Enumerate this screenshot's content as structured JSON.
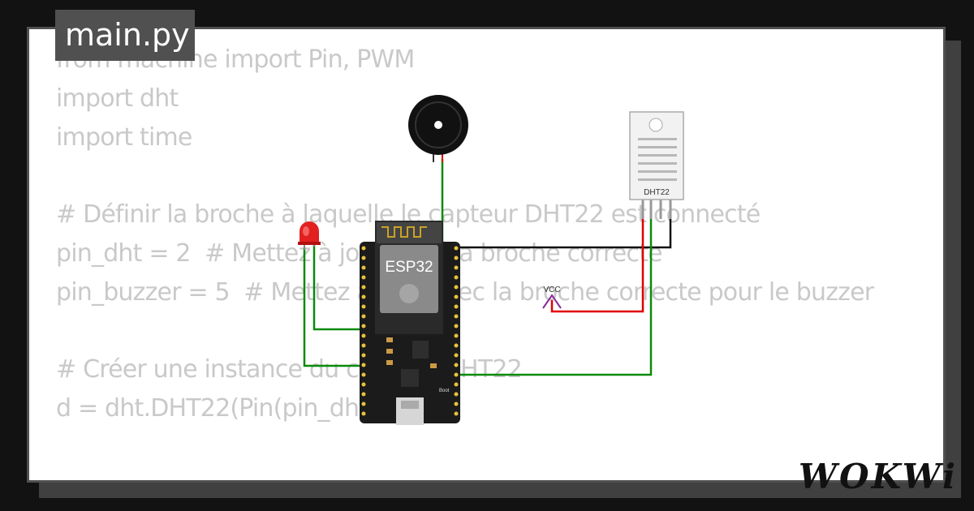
{
  "tab": {
    "filename": "main.py"
  },
  "code": {
    "lines": [
      "from machine import Pin, PWM",
      "import dht",
      "import time",
      "",
      "# Définir la broche à laquelle le capteur DHT22 est connecté",
      "pin_dht = 2  # Mettez à jour avec la broche correcte",
      "pin_buzzer = 5  # Mettez à jour avec la broche correcte pour le buzzer",
      "",
      "# Créer une instance du capteur DHT22",
      "d = dht.DHT22(Pin(pin_dht))"
    ]
  },
  "circuit": {
    "esp32_label": "ESP32",
    "sensor_label": "DHT22",
    "vcc_label": "VCC",
    "boot_label": "Boot",
    "wire_colors": {
      "green": "#0a8a0a",
      "red": "#e00000",
      "black": "#111111",
      "purple": "#8a2a9a"
    }
  },
  "brand": {
    "logo_text": "WOKWi"
  }
}
